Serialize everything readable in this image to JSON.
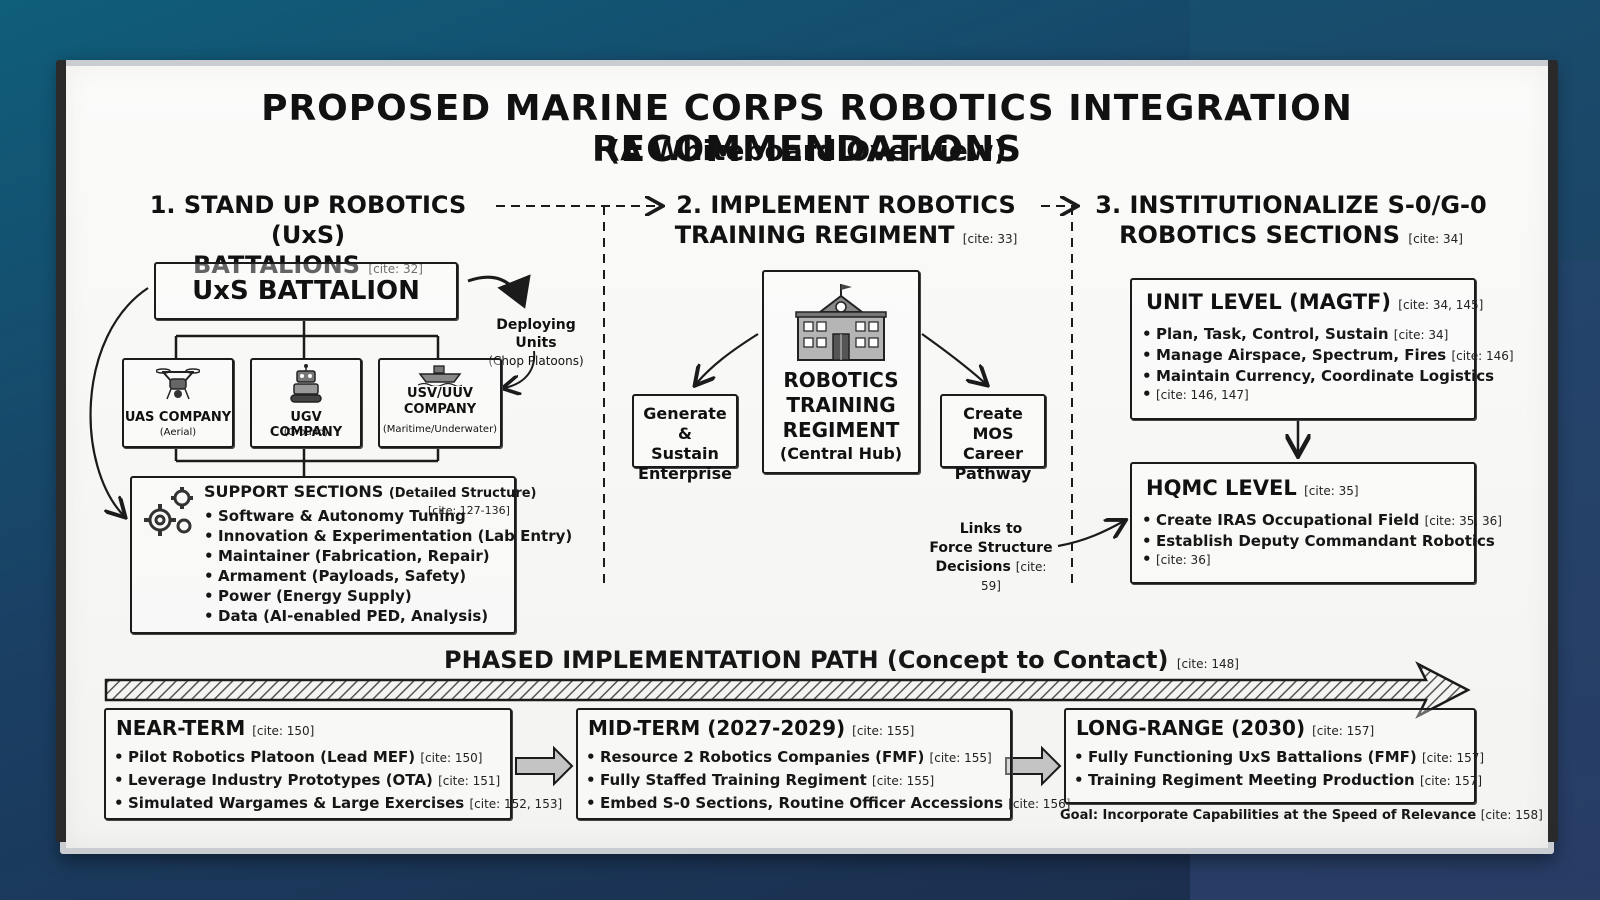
{
  "title": "PROPOSED MARINE CORPS ROBOTICS INTEGRATION RECOMMENDATIONS",
  "subtitle": "(A Whiteboard Overview)",
  "sections": [
    {
      "line1": "1. STAND UP ROBOTICS (UxS)",
      "line2": "BATTALIONS",
      "cite": "[cite: 32]"
    },
    {
      "line1": "2. IMPLEMENT ROBOTICS",
      "line2": "TRAINING REGIMENT",
      "cite": "[cite: 33]"
    },
    {
      "line1": "3. INSTITUTIONALIZE S-0/G-0",
      "line2": "ROBOTICS SECTIONS",
      "cite": "[cite: 34]"
    }
  ],
  "battalion": {
    "title": "UxS BATTALION",
    "deploy_label": "Deploying Units",
    "deploy_sub": "(Chop Platoons)",
    "companies": [
      {
        "name": "UAS COMPANY",
        "sub": "(Aerial)",
        "icon": "drone-icon"
      },
      {
        "name": "UGV COMPANY",
        "sub": "(Ground)",
        "icon": "robot-icon"
      },
      {
        "name": "USV/UUV COMPANY",
        "sub": "(Maritime/Underwater)",
        "icon": "boat-icon"
      }
    ],
    "support": {
      "title": "SUPPORT SECTIONS",
      "title_sub": "(Detailed Structure)",
      "cite": "[cite: 127-136]",
      "items": [
        "Software & Autonomy Tuning",
        "Innovation & Experimentation (Lab Entry)",
        "Maintainer (Fabrication, Repair)",
        "Armament (Payloads, Safety)",
        "Power (Energy Supply)",
        "Data (AI-enabled PED, Analysis)"
      ]
    }
  },
  "regiment": {
    "center_lines": [
      "ROBOTICS",
      "TRAINING",
      "REGIMENT"
    ],
    "center_sub": "(Central Hub)",
    "left_box": [
      "Generate &",
      "Sustain",
      "Enterprise"
    ],
    "right_box": [
      "Create MOS",
      "Career",
      "Pathway"
    ],
    "links_lines": [
      "Links to",
      "Force Structure",
      "Decisions"
    ],
    "links_cite": "[cite: 59]"
  },
  "sections3": {
    "unit": {
      "title": "UNIT LEVEL (MAGTF)",
      "cite": "[cite: 34, 145]",
      "items": [
        {
          "text": "Plan, Task, Control, Sustain",
          "cite": "[cite: 34]"
        },
        {
          "text": "Manage Airspace, Spectrum, Fires",
          "cite": "[cite: 146]"
        },
        {
          "text": "Maintain Currency, Coordinate Logistics",
          "cite": "[cite: 146, 147]"
        }
      ]
    },
    "hqmc": {
      "title": "HQMC LEVEL",
      "cite": "[cite: 35]",
      "items": [
        {
          "text": "Create IRAS Occupational Field",
          "cite": "[cite: 35, 36]"
        },
        {
          "text": "Establish Deputy Commandant Robotics",
          "cite": "[cite: 36]"
        }
      ]
    }
  },
  "phased": {
    "title": "PHASED IMPLEMENTATION PATH (Concept to Contact)",
    "cite": "[cite: 148]",
    "phases": [
      {
        "title": "NEAR-TERM",
        "cite": "[cite: 150]",
        "items": [
          {
            "text": "Pilot Robotics Platoon (Lead MEF)",
            "cite": "[cite: 150]"
          },
          {
            "text": "Leverage Industry Prototypes (OTA)",
            "cite": "[cite: 151]"
          },
          {
            "text": "Simulated Wargames & Large Exercises",
            "cite": "[cite: 152, 153]"
          }
        ]
      },
      {
        "title": "MID-TERM (2027-2029)",
        "cite": "[cite: 155]",
        "items": [
          {
            "text": "Resource 2 Robotics Companies (FMF)",
            "cite": "[cite: 155]"
          },
          {
            "text": "Fully Staffed Training Regiment",
            "cite": "[cite: 155]"
          },
          {
            "text": "Embed S-0 Sections, Routine Officer Accessions",
            "cite": "[cite: 156]"
          }
        ]
      },
      {
        "title": "LONG-RANGE (2030)",
        "cite": "[cite: 157]",
        "items": [
          {
            "text": "Fully Functioning UxS Battalions (FMF)",
            "cite": "[cite: 157]"
          },
          {
            "text": "Training Regiment Meeting Production",
            "cite": "[cite: 157]"
          }
        ]
      }
    ],
    "goal": "Goal: Incorporate Capabilities at the Speed of Relevance",
    "goal_cite": "[cite: 158]"
  }
}
